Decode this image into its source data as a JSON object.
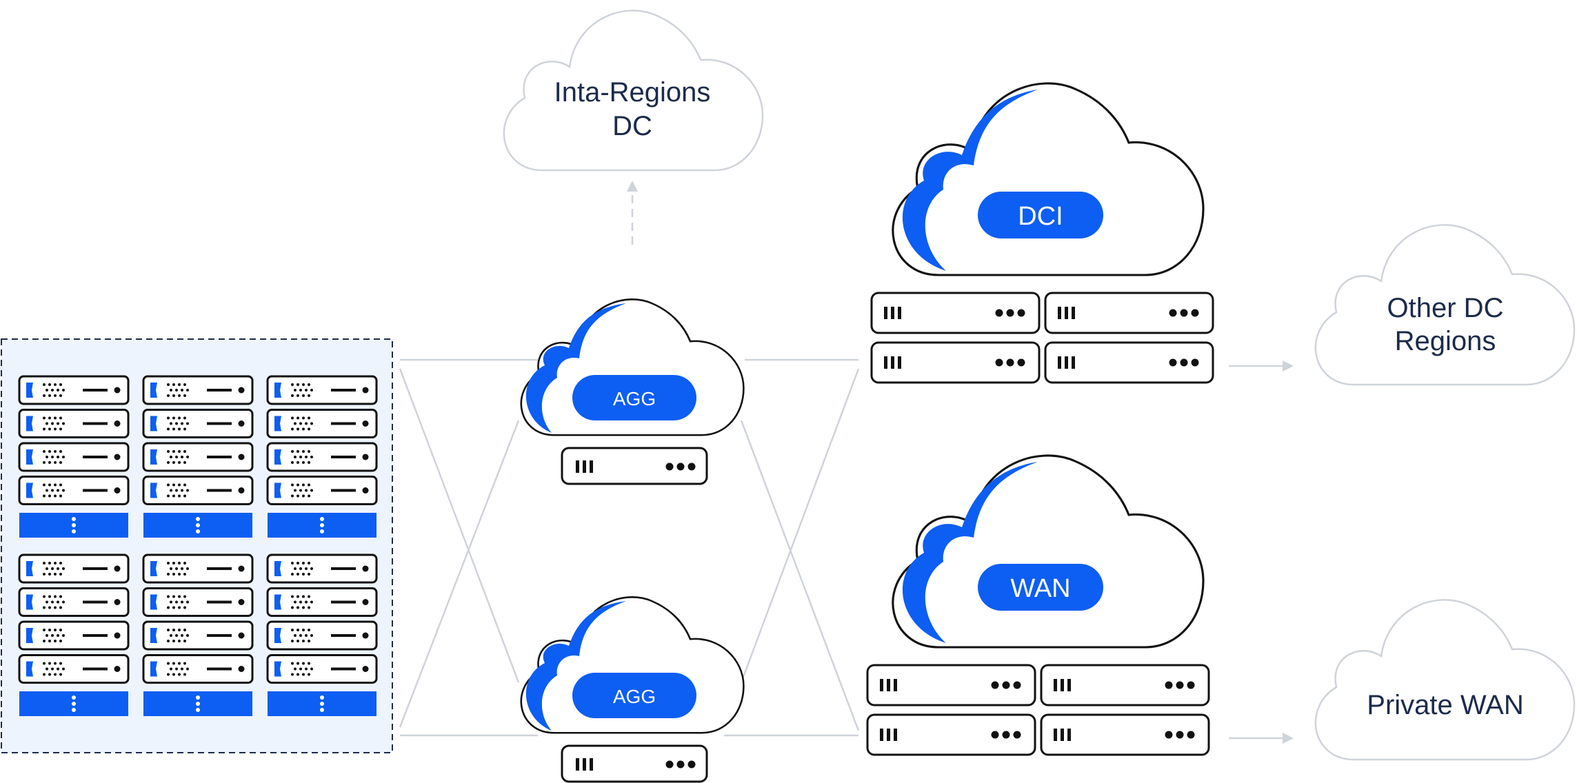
{
  "clouds": {
    "intra_regions": {
      "line1": "Inta-Regions",
      "line2": "DC"
    },
    "other_regions": {
      "line1": "Other DC",
      "line2": "Regions"
    },
    "private_wan": {
      "label": "Private WAN"
    },
    "dci": {
      "label": "DCI"
    },
    "wan": {
      "label": "WAN"
    },
    "agg_top": {
      "label": "AGG"
    },
    "agg_bottom": {
      "label": "AGG"
    }
  },
  "server_racks": {
    "groups": 2,
    "columns": 3,
    "units_per_column": 4
  },
  "colors": {
    "accent": "#0d5ef2",
    "outline": "#111111",
    "line": "#cfd3da",
    "rack_bg": "#eef4fd",
    "text": "#1c2b4a"
  }
}
